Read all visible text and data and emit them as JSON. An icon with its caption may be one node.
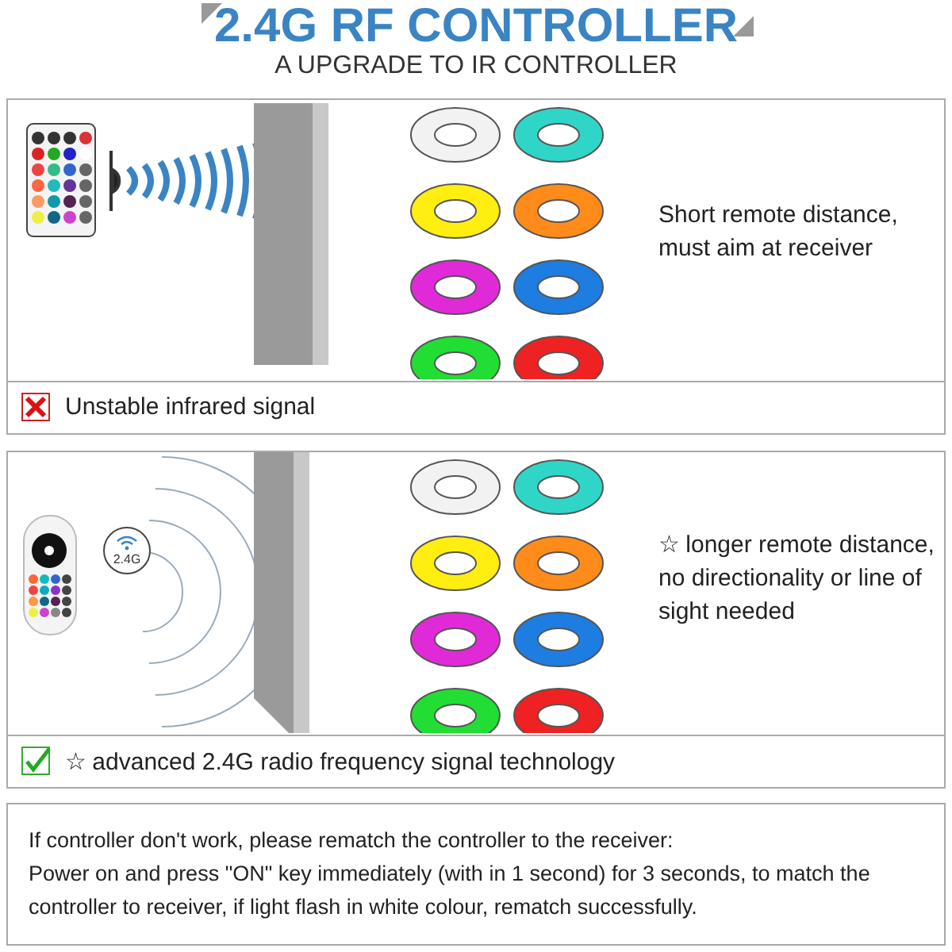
{
  "diagram": {
    "title": "2.4G RF CONTROLLER",
    "nodes": [
      {
        "text": [
          "Short remote distance, must aim at receiver"
        ]
      },
      {
        "text": [
          "Unstable infrared signal"
        ],
        "in": 0
      },
      {
        "text": [
          "☆ longer remote distance, no directionality or line of sight needed"
        ]
      },
      {
        "text": [
          "☆ advanced 2.4G radio frequency signal technology"
        ],
        "in": 2
      },
      {
        "text": [
          "2.4G"
        ],
        "in": 2
      },
      {
        "text": [
          "If controller don't work, please rematch the controller to the receiver:",
          "Power on and press \"ON\" key immediately (with in 1 second) for 3 seconds, to match the controller to receiver, if light flash in white colour, rematch successfully."
        ]
      }
    ],
    "labels": [
      "A UPGRADE TO IR CONTROLLER"
    ]
  }
}
